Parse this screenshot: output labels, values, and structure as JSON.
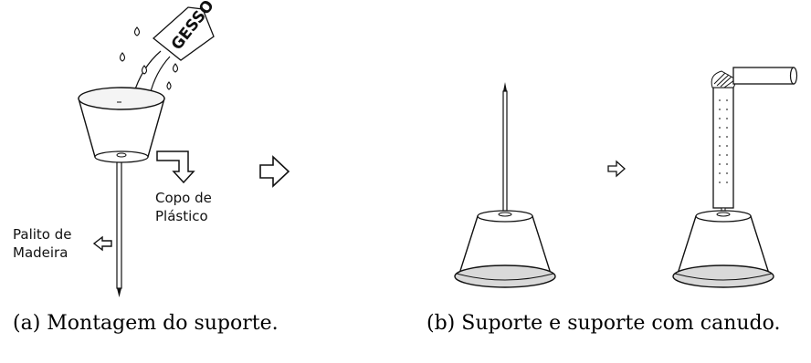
{
  "panel_a": {
    "bag_text": "GESSO",
    "cup_label_line1": "Copo de",
    "cup_label_line2": "Plástico",
    "stick_label_line1": "Palito de",
    "stick_label_line2": "Madeira",
    "caption": "(a) Montagem do suporte."
  },
  "panel_b": {
    "caption": "(b) Suporte e suporte com canudo."
  }
}
